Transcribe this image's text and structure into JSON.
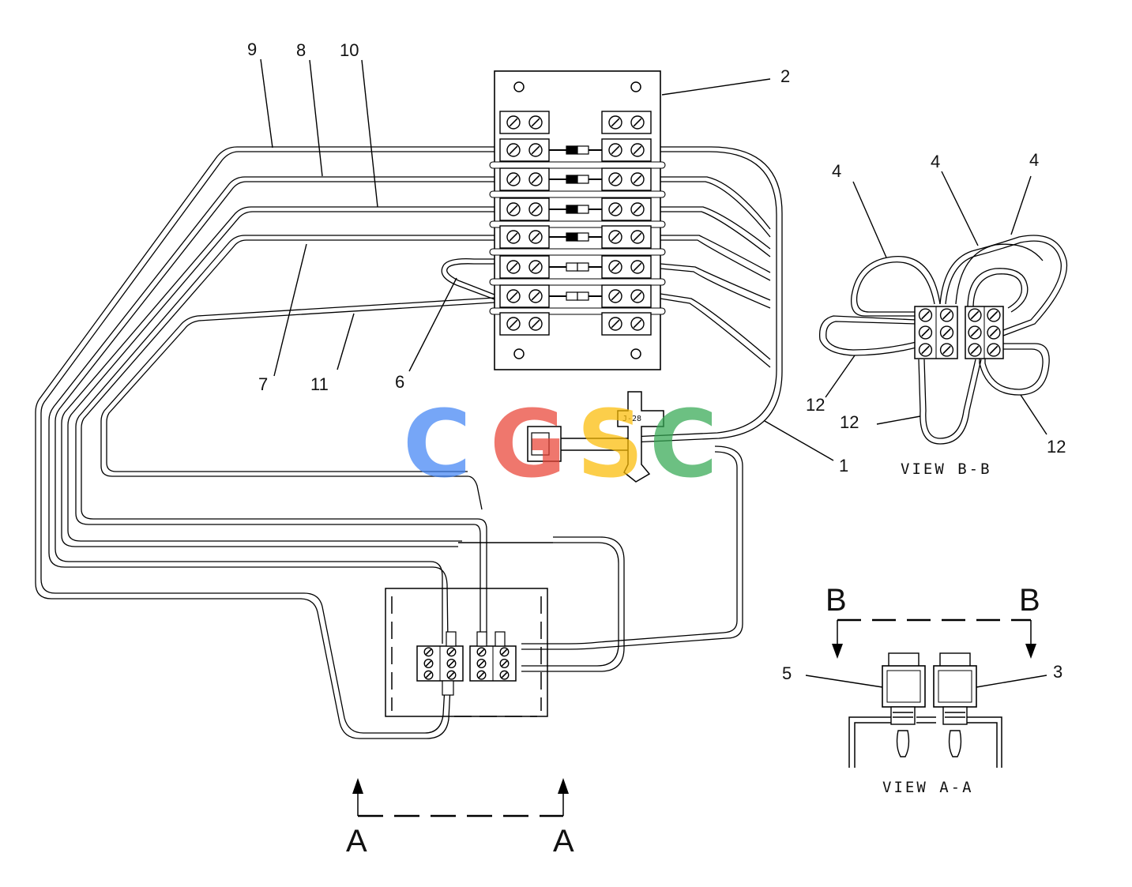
{
  "callouts": {
    "c1": "1",
    "c2": "2",
    "c3": "3",
    "c5": "5",
    "c6": "6",
    "c7": "7",
    "c8": "8",
    "c9": "9",
    "c10": "10",
    "c11": "11",
    "c4a": "4",
    "c4b": "4",
    "c4c": "4",
    "c12a": "12",
    "c12b": "12",
    "c12c": "12"
  },
  "views": {
    "view_bb": "VIEW B-B",
    "view_aa": "VIEW A-A"
  },
  "sections": {
    "a_left": "A",
    "a_right": "A",
    "b_left": "B",
    "b_right": "B"
  },
  "connector_tag": "J-28",
  "watermark": {
    "letters": [
      "C",
      "G",
      "S",
      "C"
    ],
    "colors": [
      "#4285F4",
      "#EA4335",
      "#FBBC05",
      "#34A853"
    ]
  }
}
